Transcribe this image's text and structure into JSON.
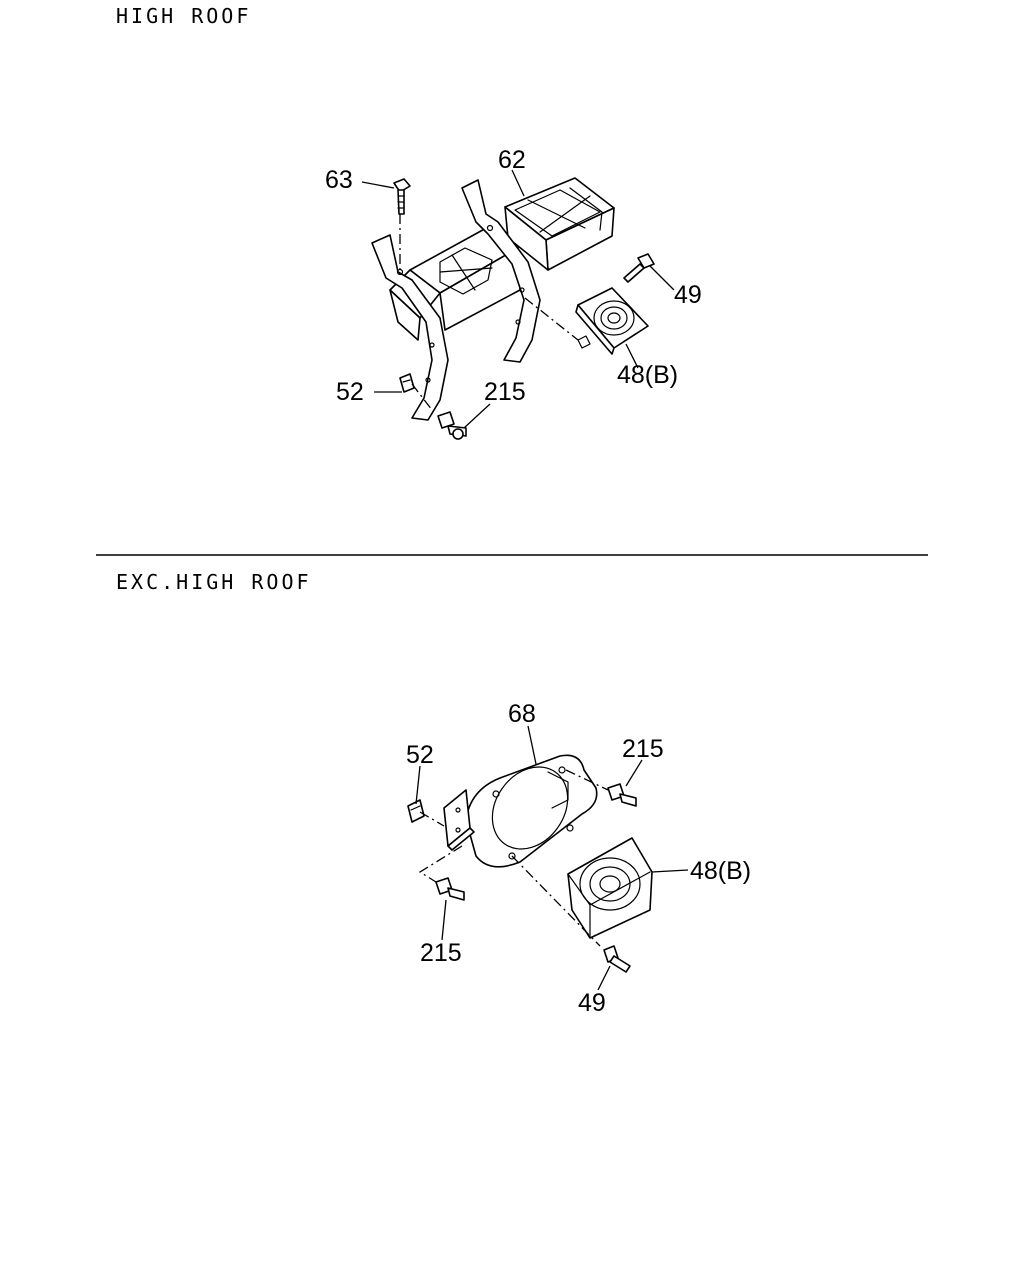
{
  "sections": {
    "top": {
      "title": "HIGH ROOF"
    },
    "bottom": {
      "title": "EXC.HIGH ROOF"
    }
  },
  "callouts": {
    "top": {
      "c63": "63",
      "c62": "62",
      "c49": "49",
      "c48b": "48(B)",
      "c52": "52",
      "c215": "215"
    },
    "bottom": {
      "c68": "68",
      "c52": "52",
      "c215a": "215",
      "c48b": "48(B)",
      "c215b": "215",
      "c49": "49"
    }
  }
}
